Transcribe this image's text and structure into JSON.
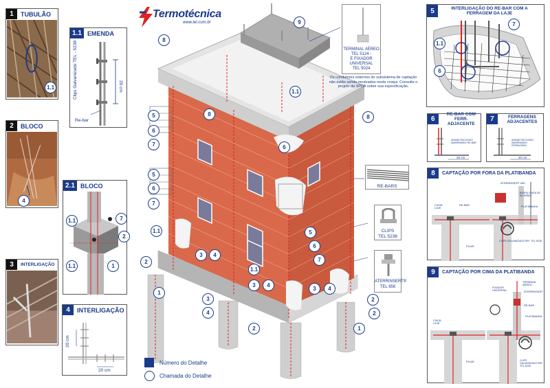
{
  "brand": {
    "name": "Termotécnica",
    "url": "www.tel.com.br"
  },
  "panels": {
    "p1": {
      "num": "1",
      "title": "TUBULÃO",
      "callout": "1.1"
    },
    "p11": {
      "num": "1.1",
      "title": "EMENDA",
      "clip_label": "Clips Galvanizado TEL - 5238",
      "rebar_label": "Re-bar",
      "dim": "20 cm"
    },
    "p2": {
      "num": "2",
      "title": "BLOCO",
      "callout": "4"
    },
    "p21": {
      "num": "2.1",
      "title": "BLOCO",
      "callouts": [
        "1.1",
        "7",
        "2",
        "1.1",
        "1"
      ]
    },
    "p3": {
      "num": "3",
      "title": "INTERLIGAÇÃO"
    },
    "p4": {
      "num": "4",
      "title": "INTERLIGAÇÃO",
      "dim_v": "20 cm",
      "dim_h": "20 cm"
    },
    "p5": {
      "num": "5",
      "title": "INTERLIGAÇÃO DO RE-BAR COM A FERRAGEM DA LAJE",
      "callouts": [
        "1.1",
        "6",
        "7"
      ]
    },
    "p6": {
      "num": "6",
      "title": "RE-BAR COM FERR. ADJACENTE",
      "dim": "20 cm",
      "tiny": "ARAME RECOZIDO AMARRANDO RE-BAR"
    },
    "p7": {
      "num": "7",
      "title": "FERRAGENS ADJACENTES",
      "dim": "20 cm",
      "tiny": "ARAME RECOZIDO AMARRANDO FERRAGENS"
    },
    "p8": {
      "num": "8",
      "title": "CAPTAÇÃO POR FORA DA PLATIBANDA",
      "labels": [
        "ATERRINSERT 656",
        "BARRA CHATA DE ALUMÍNIO",
        "PLATIBANDA",
        "CINTA LAJE",
        "RE-BAR",
        "PILAR",
        "CLIPS GALVANIZADO REF. TEL-5238"
      ]
    },
    "p9": {
      "num": "9",
      "title": "CAPTAÇÃO POR CIMA DA PLATIBANDA",
      "labels": [
        "TERMINAL AÉREO",
        "FIXADOR UNIVERSAL",
        "ATERRINSERT",
        "RE-BAR",
        "CINTA LAJE",
        "PLATIBANDA",
        "PILAR",
        "CLIPS GALVANIZADO REF. TEL-5238"
      ]
    }
  },
  "terminal": {
    "lines": [
      "TERMINAL AÉREO",
      "TEL 5124 -",
      "E FIXADOR",
      "UNIVERSAL",
      "TEL 5024"
    ]
  },
  "note": "Os condutores externos do subsistema de captação não estão sendo mostrados neste croqui. Consulte o projeto da SPDA sobre sua especificação.",
  "products": {
    "rebars": "RE-BARS",
    "clips": [
      "CLIPS",
      "TEL 5238"
    ],
    "aterr": [
      "ATERRINSERT®",
      "TEL 656"
    ]
  },
  "legend": {
    "detail_number": "Número do Detalhe",
    "detail_callout": "Chamada do Detalhe"
  },
  "building_callouts": [
    "8",
    "9",
    "1.1",
    "8",
    "8",
    "6",
    "5",
    "6",
    "7",
    "5",
    "6",
    "7",
    "1.1",
    "2",
    "3",
    "4",
    "1.1",
    "3",
    "4",
    "3",
    "4",
    "2",
    "1",
    "3",
    "4",
    "2",
    "1",
    "2",
    "5",
    "6",
    "7"
  ],
  "colors": {
    "navy": "#1a3a8a",
    "brick": "#d9694a",
    "concrete": "#d9d9d9",
    "roof": "#a8a8a8",
    "red": "#e02020"
  }
}
